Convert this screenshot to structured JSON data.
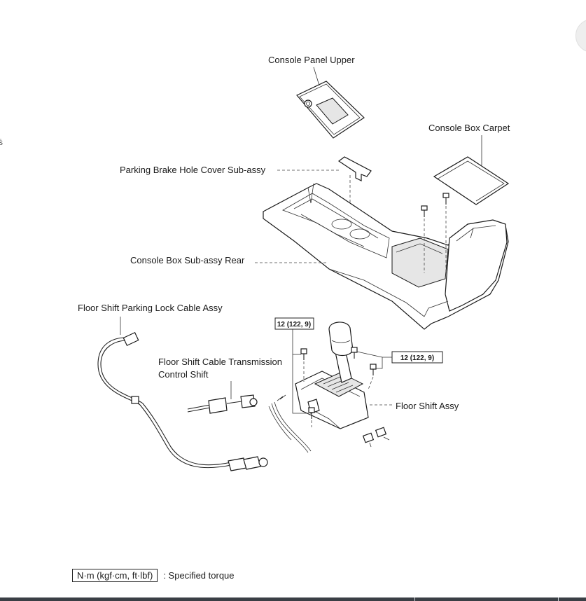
{
  "labels": {
    "console_panel_upper": "Console Panel Upper",
    "console_box_carpet": "Console Box Carpet",
    "parking_brake_hole_cover": "Parking Brake Hole Cover Sub-assy",
    "console_box_rear": "Console Box Sub-assy Rear",
    "parking_lock_cable": "Floor Shift Parking Lock Cable Assy",
    "cable_transmission_line1": "Floor Shift Cable Transmission",
    "cable_transmission_line2": "Control Shift",
    "floor_shift_assy": "Floor Shift Assy"
  },
  "torque": {
    "left": "12 (122, 9)",
    "right": "12 (122, 9)"
  },
  "legend": {
    "unit": "N·m (kgf·cm, ft·lbf)",
    "description": ": Specified torque"
  },
  "edge_glyph": "ṡ"
}
